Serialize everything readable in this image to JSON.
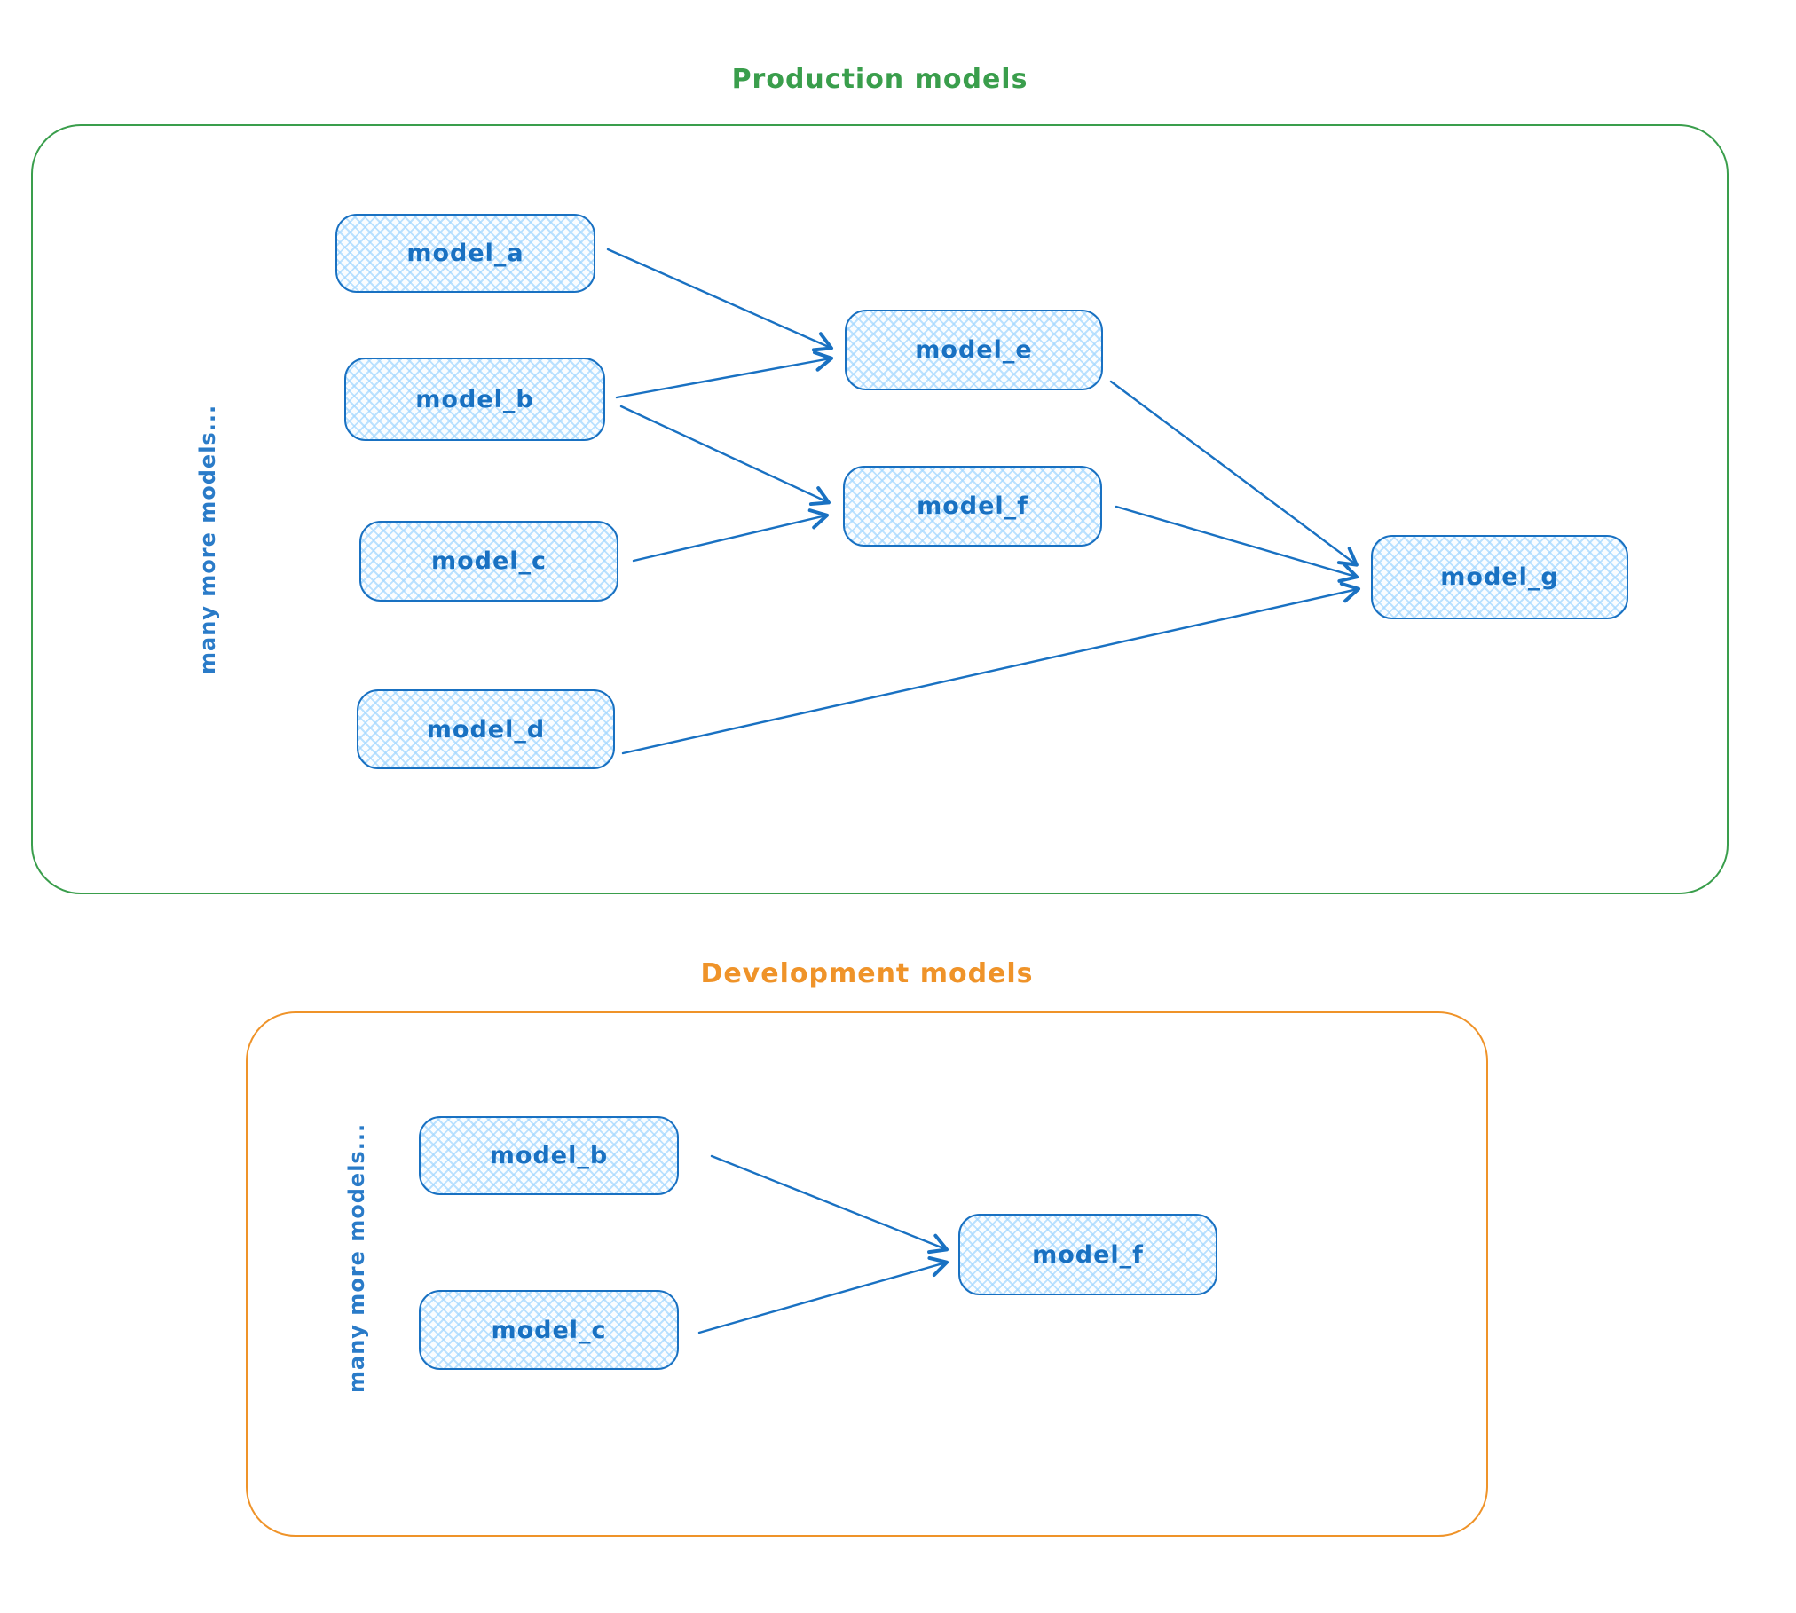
{
  "sections": [
    {
      "title": "Production models",
      "note": "many more models...",
      "accent_color": "#3a9e4c",
      "nodes": [
        {
          "id": "model_a",
          "label": "model_a"
        },
        {
          "id": "model_b",
          "label": "model_b"
        },
        {
          "id": "model_c",
          "label": "model_c"
        },
        {
          "id": "model_d",
          "label": "model_d"
        },
        {
          "id": "model_e",
          "label": "model_e"
        },
        {
          "id": "model_f",
          "label": "model_f"
        },
        {
          "id": "model_g",
          "label": "model_g"
        }
      ],
      "edges": [
        {
          "from": "model_a",
          "to": "model_e"
        },
        {
          "from": "model_b",
          "to": "model_e"
        },
        {
          "from": "model_b",
          "to": "model_f"
        },
        {
          "from": "model_c",
          "to": "model_f"
        },
        {
          "from": "model_d",
          "to": "model_g"
        },
        {
          "from": "model_e",
          "to": "model_g"
        },
        {
          "from": "model_f",
          "to": "model_g"
        }
      ]
    },
    {
      "title": "Development models",
      "note": "many more models...",
      "accent_color": "#ef9329",
      "nodes": [
        {
          "id": "model_b",
          "label": "model_b"
        },
        {
          "id": "model_c",
          "label": "model_c"
        },
        {
          "id": "model_f",
          "label": "model_f"
        }
      ],
      "edges": [
        {
          "from": "model_b",
          "to": "model_f"
        },
        {
          "from": "model_c",
          "to": "model_f"
        }
      ]
    }
  ],
  "node_style": {
    "stroke_color": "#1971c2",
    "fill_color": "#a5d8ff"
  }
}
